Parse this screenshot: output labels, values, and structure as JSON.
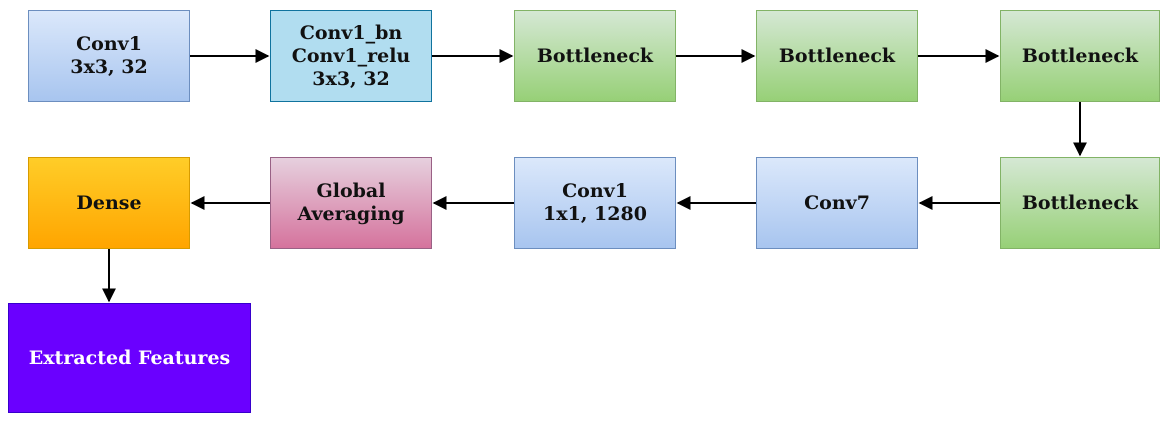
{
  "nodes": {
    "conv1": [
      "Conv1",
      "3x3, 32"
    ],
    "conv1_bn": [
      "Conv1_bn",
      "Conv1_relu",
      "3x3, 32"
    ],
    "bottleneck1": [
      "Bottleneck"
    ],
    "bottleneck2": [
      "Bottleneck"
    ],
    "bottleneck3": [
      "Bottleneck"
    ],
    "bottleneck4": [
      "Bottleneck"
    ],
    "conv7": [
      "Conv7"
    ],
    "conv1_last": [
      "Conv1",
      "1x1, 1280"
    ],
    "global_avg": [
      "Global",
      "Averaging"
    ],
    "dense": [
      "Dense"
    ],
    "extracted": [
      "Extracted Features"
    ]
  },
  "edges": [
    [
      "conv1",
      "conv1_bn"
    ],
    [
      "conv1_bn",
      "bottleneck1"
    ],
    [
      "bottleneck1",
      "bottleneck2"
    ],
    [
      "bottleneck2",
      "bottleneck3"
    ],
    [
      "bottleneck3",
      "bottleneck4"
    ],
    [
      "bottleneck4",
      "conv7"
    ],
    [
      "conv7",
      "conv1_last"
    ],
    [
      "conv1_last",
      "global_avg"
    ],
    [
      "global_avg",
      "dense"
    ],
    [
      "dense",
      "extracted"
    ]
  ]
}
